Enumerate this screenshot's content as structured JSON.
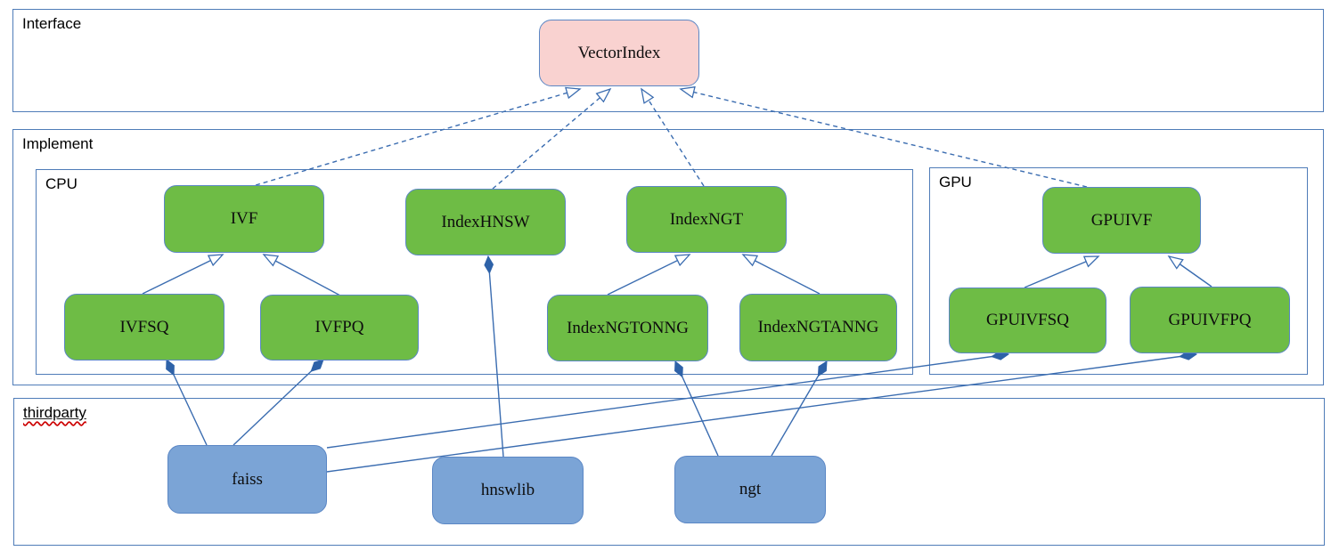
{
  "containers": {
    "interface": {
      "label": "Interface"
    },
    "implement": {
      "label": "Implement"
    },
    "cpu": {
      "label": "CPU"
    },
    "gpu": {
      "label": "GPU"
    },
    "thirdparty": {
      "label": "thirdparty"
    }
  },
  "nodes": {
    "vectorindex": {
      "label": "VectorIndex",
      "group": "interface",
      "fill": "#f9d2d0"
    },
    "ivf": {
      "label": "IVF",
      "group": "cpu",
      "fill": "#6ebc45"
    },
    "indexhnsw": {
      "label": "IndexHNSW",
      "group": "cpu",
      "fill": "#6ebc45"
    },
    "indexngt": {
      "label": "IndexNGT",
      "group": "cpu",
      "fill": "#6ebc45"
    },
    "ivfsq": {
      "label": "IVFSQ",
      "group": "cpu",
      "fill": "#6ebc45"
    },
    "ivfpq": {
      "label": "IVFPQ",
      "group": "cpu",
      "fill": "#6ebc45"
    },
    "indexngtonng": {
      "label": "IndexNGTONNG",
      "group": "cpu",
      "fill": "#6ebc45"
    },
    "indexngtanng": {
      "label": "IndexNGTANNG",
      "group": "cpu",
      "fill": "#6ebc45"
    },
    "gpuivf": {
      "label": "GPUIVF",
      "group": "gpu",
      "fill": "#6ebc45"
    },
    "gpuivfsq": {
      "label": "GPUIVFSQ",
      "group": "gpu",
      "fill": "#6ebc45"
    },
    "gpuivfpq": {
      "label": "GPUIVFPQ",
      "group": "gpu",
      "fill": "#6ebc45"
    },
    "faiss": {
      "label": "faiss",
      "group": "thirdparty",
      "fill": "#7ba4d6"
    },
    "hnswlib": {
      "label": "hnswlib",
      "group": "thirdparty",
      "fill": "#7ba4d6"
    },
    "ngt": {
      "label": "ngt",
      "group": "thirdparty",
      "fill": "#7ba4d6"
    }
  },
  "edges": [
    {
      "from": "ivf",
      "to": "vectorindex",
      "type": "realization"
    },
    {
      "from": "indexhnsw",
      "to": "vectorindex",
      "type": "realization"
    },
    {
      "from": "indexngt",
      "to": "vectorindex",
      "type": "realization"
    },
    {
      "from": "gpuivf",
      "to": "vectorindex",
      "type": "realization"
    },
    {
      "from": "ivfsq",
      "to": "ivf",
      "type": "generalization"
    },
    {
      "from": "ivfpq",
      "to": "ivf",
      "type": "generalization"
    },
    {
      "from": "indexngtonng",
      "to": "indexngt",
      "type": "generalization"
    },
    {
      "from": "indexngtanng",
      "to": "indexngt",
      "type": "generalization"
    },
    {
      "from": "gpuivfsq",
      "to": "gpuivf",
      "type": "generalization"
    },
    {
      "from": "gpuivfpq",
      "to": "gpuivf",
      "type": "generalization"
    },
    {
      "from": "ivfsq",
      "to": "faiss",
      "type": "composition"
    },
    {
      "from": "ivfpq",
      "to": "faiss",
      "type": "composition"
    },
    {
      "from": "indexhnsw",
      "to": "hnswlib",
      "type": "composition"
    },
    {
      "from": "indexngtonng",
      "to": "ngt",
      "type": "composition"
    },
    {
      "from": "indexngtanng",
      "to": "ngt",
      "type": "composition"
    },
    {
      "from": "gpuivfsq",
      "to": "faiss",
      "type": "composition"
    },
    {
      "from": "gpuivfpq",
      "to": "faiss",
      "type": "composition"
    }
  ],
  "palette": {
    "node_green": "#6ebc45",
    "node_blue": "#7ba4d6",
    "node_pink": "#f9d2d0",
    "node_border": "#5b87c5",
    "container_border": "#4f7cb8",
    "edge_color": "#3a6cb0",
    "misspell_underline": "#cc0000",
    "text_color": "#000000"
  }
}
